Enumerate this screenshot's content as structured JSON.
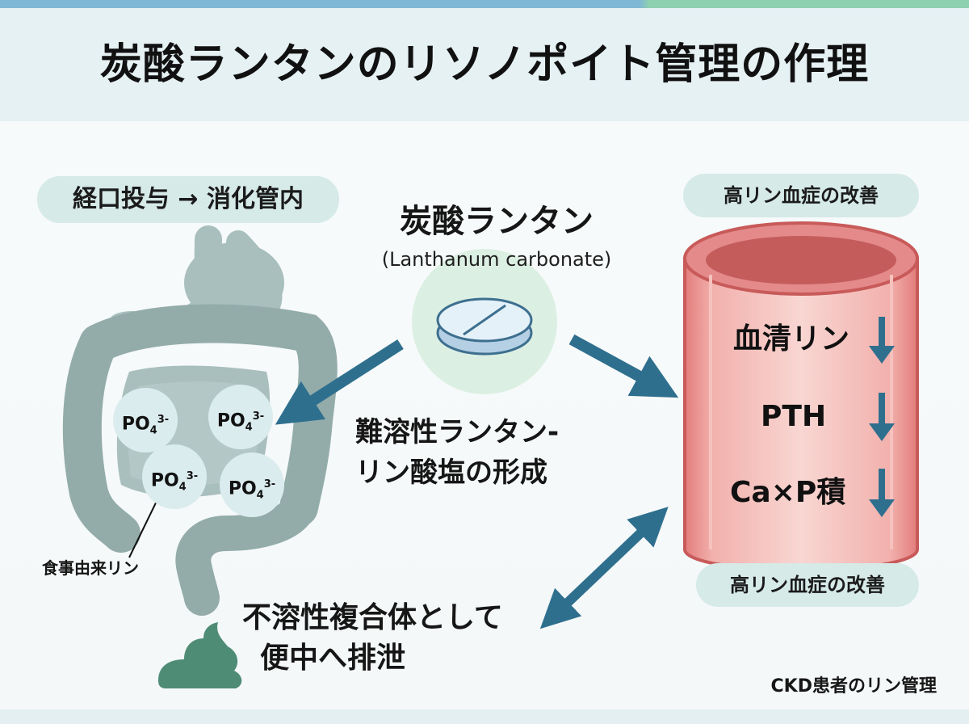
{
  "title": "炭酸ランタンのリソノポイト管理の作理",
  "left_pill": "経口投与 → 消化管内",
  "drug": {
    "name": "炭酸ランタン",
    "english": "(Lanthanum carbonate)"
  },
  "phosphate_particles": [
    {
      "base": "PO",
      "sub": "4",
      "sup": "3-"
    },
    {
      "base": "PO",
      "sub": "4",
      "sup": "3-"
    },
    {
      "base": "PO",
      "sub": "4",
      "sup": "3-"
    },
    {
      "base": "PO",
      "sub": "4",
      "sup": "3-"
    }
  ],
  "dietary_label": "食事由来リン",
  "formation": {
    "line1": "難溶性ランタン-",
    "line2": "リン酸塩の形成"
  },
  "excretion": {
    "line1": "不溶性複合体として",
    "line2": "便中へ排泄"
  },
  "right_pill_top": "高リン血症の改善",
  "right_pill_bottom": "高リン血症の改善",
  "vessel_effects": [
    {
      "label": "血清リン",
      "trend": "down"
    },
    {
      "label": "PTH",
      "trend": "down"
    },
    {
      "label": "Ca×P積",
      "trend": "down"
    }
  ],
  "footer_note": "CKD患者のリン管理",
  "colors": {
    "arrow": "#2f6f8e",
    "intestine": "#95aeac",
    "vessel_outer": "#e58f8f",
    "vessel_inner": "#f4c8c4",
    "pill_bg": "#d6eae8",
    "tablet": "#cfe3f0"
  }
}
